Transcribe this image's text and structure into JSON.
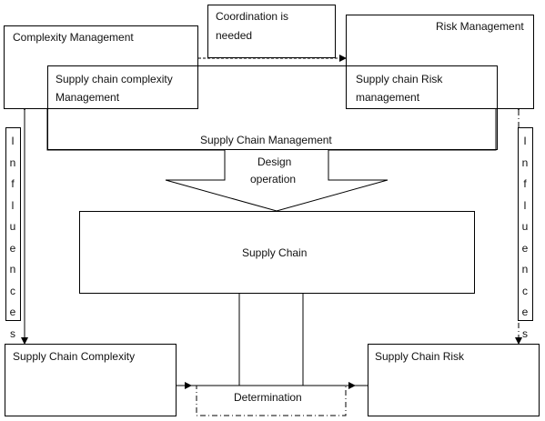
{
  "nodes": {
    "coordination": "Coordination is needed",
    "coordination_line1": "Coordination is",
    "coordination_line2": "needed",
    "complexity_management": "Complexity Management",
    "risk_management": "Risk Management",
    "sc_complexity_management_line1": "Supply chain complexity",
    "sc_complexity_management_line2": "Management",
    "sc_risk_management_line1": "Supply chain Risk",
    "sc_risk_management_line2": "management",
    "sc_management": "Supply Chain Management",
    "design_operation_line1": "Design",
    "design_operation_line2": "operation",
    "supply_chain": "Supply Chain",
    "sc_complexity": "Supply Chain Complexity",
    "sc_risk": "Supply Chain Risk",
    "determination": "Determination",
    "influences_left": "I\nn\nf\nl\nu\ne\nn\nc\ne\ns",
    "influences_right": "I\nn\nf\nl\nu\ne\nn\nc\ne\ns"
  }
}
